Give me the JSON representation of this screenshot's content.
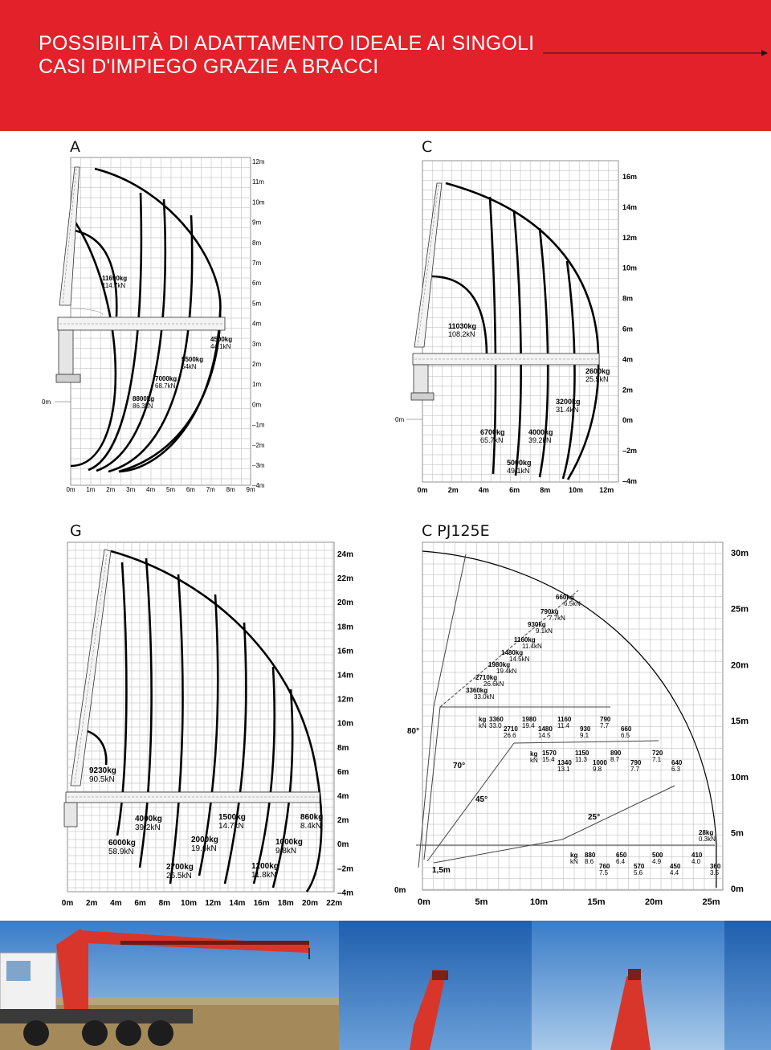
{
  "header": {
    "title_line1": "POSSIBILITÀ DI ADATTAMENTO IDEALE AI SINGOLI",
    "title_line2": "CASI D'IMPIEGO GRAZIE A BRACCI"
  },
  "colors": {
    "brand_red": "#e3212a",
    "crane_red": "#d8362a",
    "sky_blue": "#2f6fbf"
  },
  "panels": {
    "a": {
      "label": "A",
      "y_ticks": [
        "12m",
        "11m",
        "10m",
        "9m",
        "8m",
        "7m",
        "6m",
        "5m",
        "4m",
        "3m",
        "2m",
        "1m",
        "0m",
        "–1m",
        "–2m",
        "–3m",
        "–4m"
      ],
      "x_ticks": [
        "0m",
        "1m",
        "2m",
        "3m",
        "4m",
        "5m",
        "6m",
        "7m",
        "8m",
        "9m"
      ],
      "left_zero": "0m",
      "loads": [
        {
          "kg": "11690kg",
          "kn": "114.7kN"
        },
        {
          "kg": "8800kg",
          "kn": "86.3kN"
        },
        {
          "kg": "7000kg",
          "kn": "68.7kN"
        },
        {
          "kg": "5500kg",
          "kn": "54kN"
        },
        {
          "kg": "4500kg",
          "kn": "44.1kN"
        }
      ]
    },
    "c": {
      "label": "C",
      "y_ticks": [
        "16m",
        "14m",
        "12m",
        "10m",
        "8m",
        "6m",
        "4m",
        "2m",
        "0m",
        "–2m",
        "–4m"
      ],
      "x_ticks": [
        "0m",
        "2m",
        "4m",
        "6m",
        "8m",
        "10m",
        "12m"
      ],
      "left_zero": "0m",
      "loads": [
        {
          "kg": "11030kg",
          "kn": "108.2kN"
        },
        {
          "kg": "6700kg",
          "kn": "65.7kN"
        },
        {
          "kg": "5000kg",
          "kn": "49.1kN"
        },
        {
          "kg": "4000kg",
          "kn": "39.2kN"
        },
        {
          "kg": "3200kg",
          "kn": "31.4kN"
        },
        {
          "kg": "2600kg",
          "kn": "25.5kN"
        }
      ]
    },
    "g": {
      "label": "G",
      "y_ticks": [
        "24m",
        "22m",
        "20m",
        "18m",
        "16m",
        "14m",
        "12m",
        "10m",
        "8m",
        "6m",
        "4m",
        "2m",
        "0m",
        "–2m",
        "–4m"
      ],
      "x_ticks": [
        "0m",
        "2m",
        "4m",
        "6m",
        "8m",
        "10m",
        "12m",
        "14m",
        "16m",
        "18m",
        "20m",
        "22m"
      ],
      "loads": [
        {
          "kg": "9230kg",
          "kn": "90.5kN"
        },
        {
          "kg": "6000kg",
          "kn": "58.9kN"
        },
        {
          "kg": "4000kg",
          "kn": "39.2kN"
        },
        {
          "kg": "2700kg",
          "kn": "26.5kN"
        },
        {
          "kg": "2000kg",
          "kn": "19.6kN"
        },
        {
          "kg": "1500kg",
          "kn": "14.7kN"
        },
        {
          "kg": "1200kg",
          "kn": "11.8kN"
        },
        {
          "kg": "1000kg",
          "kn": "9.8kN"
        },
        {
          "kg": "860kg",
          "kn": "8.4kN"
        }
      ]
    },
    "pj": {
      "label": "C PJ125E",
      "y_ticks": [
        "30m",
        "25m",
        "20m",
        "15m",
        "10m",
        "5m",
        "0m"
      ],
      "x_ticks": [
        "0m",
        "5m",
        "10m",
        "15m",
        "20m",
        "25m"
      ],
      "left_zero": "0m",
      "angles": [
        "80°",
        "70°",
        "45°",
        "25°"
      ],
      "jib_offset": "1,5m",
      "unit_kg": "kg",
      "unit_kn": "kN",
      "diag_loads": [
        {
          "kg": "660kg",
          "kn": "6.5kN"
        },
        {
          "kg": "790kg",
          "kn": "7.7kN"
        },
        {
          "kg": "930kg",
          "kn": "9.1kN"
        },
        {
          "kg": "1160kg",
          "kn": "11.4kN"
        },
        {
          "kg": "1480kg",
          "kn": "14.5kN"
        },
        {
          "kg": "1980kg",
          "kn": "19.4kN"
        },
        {
          "kg": "2710kg",
          "kn": "26.6kN"
        },
        {
          "kg": "3360kg",
          "kn": "33.0kN"
        }
      ],
      "row70": [
        {
          "kg": "3360",
          "kn": "33.0"
        },
        {
          "kg": "2710",
          "kn": "26.6"
        },
        {
          "kg": "1980",
          "kn": "19.4"
        },
        {
          "kg": "1480",
          "kn": "14.5"
        },
        {
          "kg": "1160",
          "kn": "11.4"
        },
        {
          "kg": "930",
          "kn": "9.1"
        },
        {
          "kg": "790",
          "kn": "7.7"
        },
        {
          "kg": "660",
          "kn": "6.5"
        }
      ],
      "row45": [
        {
          "kg": "1570",
          "kn": "15.4"
        },
        {
          "kg": "1340",
          "kn": "13.1"
        },
        {
          "kg": "1150",
          "kn": "11.3"
        },
        {
          "kg": "1000",
          "kn": "9.8"
        },
        {
          "kg": "890",
          "kn": "8.7"
        },
        {
          "kg": "790",
          "kn": "7.7"
        },
        {
          "kg": "720",
          "kn": "7.1"
        },
        {
          "kg": "640",
          "kn": "6.3"
        }
      ],
      "row0": [
        {
          "kg": "880",
          "kn": "8.6"
        },
        {
          "kg": "760",
          "kn": "7.5"
        },
        {
          "kg": "650",
          "kn": "6.4"
        },
        {
          "kg": "570",
          "kn": "5.6"
        },
        {
          "kg": "500",
          "kn": "4.9"
        },
        {
          "kg": "450",
          "kn": "4.4"
        },
        {
          "kg": "410",
          "kn": "4.0"
        },
        {
          "kg": "360",
          "kn": "3.5"
        }
      ],
      "tip_load": {
        "kg": "28kg",
        "kn": "0.3kN"
      }
    }
  }
}
